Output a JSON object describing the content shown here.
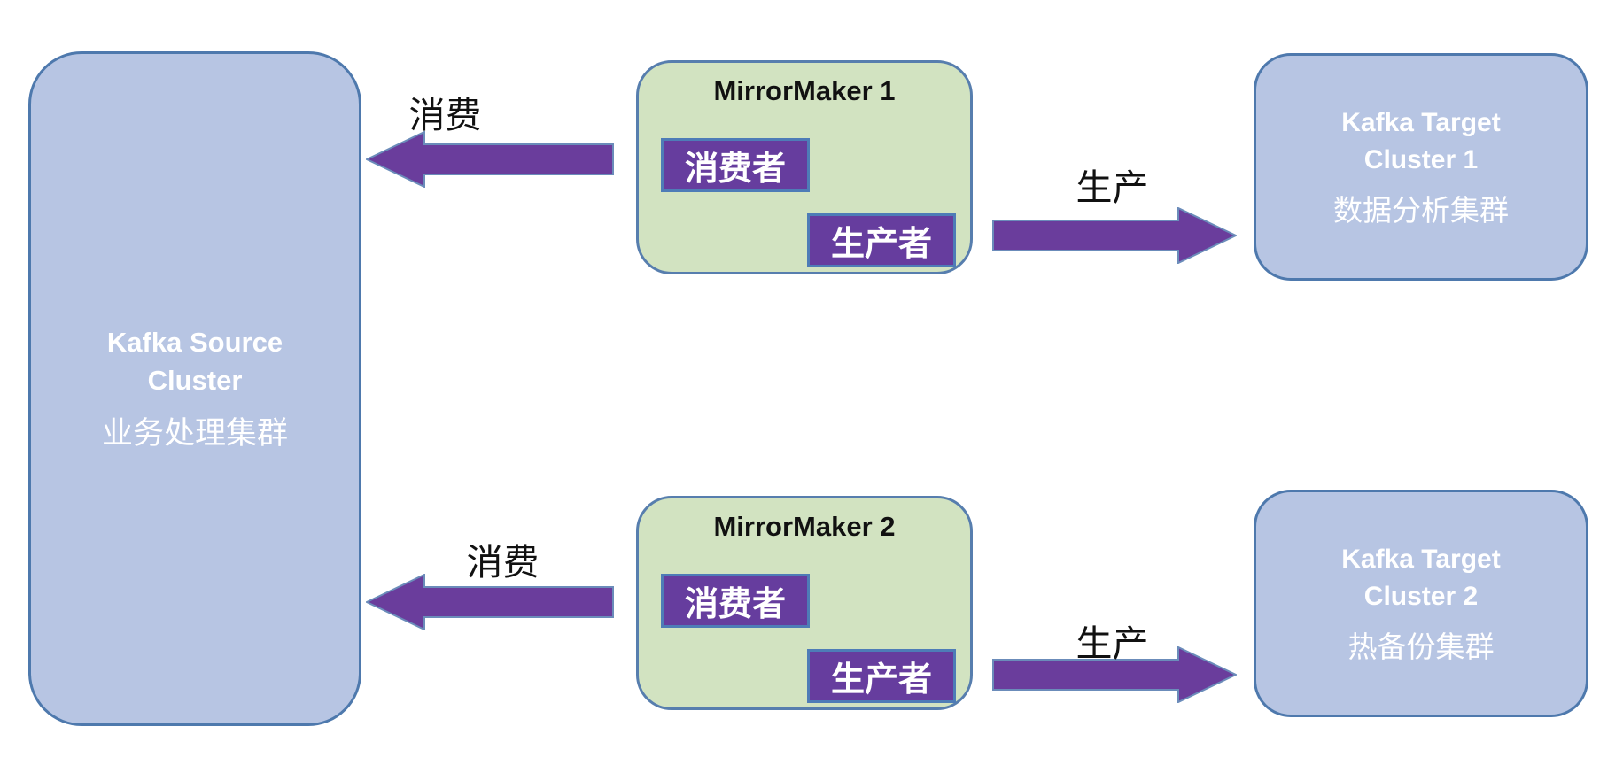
{
  "diagram": {
    "colors": {
      "cluster_fill": "#b7c5e3",
      "cluster_border": "#4e79ad",
      "mirrormaker_fill": "#d2e3c1",
      "mirrormaker_border": "#577eae",
      "badge_fill": "#663d9e",
      "badge_border": "#4e7cb7",
      "arrow_fill": "#6a3d9c",
      "arrow_outline": "#6b8cba",
      "text_light": "#ffffff",
      "text_dark": "#111111"
    },
    "source_cluster": {
      "title": "Kafka Source Cluster",
      "subtitle": "业务处理集群"
    },
    "mirrormakers": [
      {
        "title": "MirrorMaker 1",
        "consumer_label": "消费者",
        "producer_label": "生产者"
      },
      {
        "title": "MirrorMaker 2",
        "consumer_label": "消费者",
        "producer_label": "生产者"
      }
    ],
    "target_clusters": [
      {
        "title": "Kafka Target Cluster 1",
        "subtitle": "数据分析集群"
      },
      {
        "title": "Kafka Target Cluster 2",
        "subtitle": "热备份集群"
      }
    ],
    "arrows": [
      {
        "label": "消费",
        "direction": "left"
      },
      {
        "label": "生产",
        "direction": "right"
      },
      {
        "label": "消费",
        "direction": "left"
      },
      {
        "label": "生产",
        "direction": "right"
      }
    ]
  }
}
